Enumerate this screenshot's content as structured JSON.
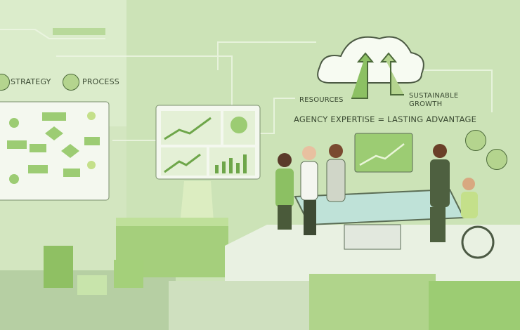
{
  "labels": {
    "strategy": "STRATEGY",
    "process": "PROCESS",
    "resources": "RESOURCES",
    "growth_line1": "SUSTAINABLE",
    "growth_line2": "GROWTH",
    "tagline": "AGENCY EXPERTISE = LASTING ADVANTAGE"
  },
  "colors": {
    "background": "#d3e6c0",
    "accent": "#8cc063",
    "dark": "#3a4a32",
    "panel": "#f4f8ef"
  },
  "icons": [
    "strategy-icon",
    "gear-icon",
    "cloud-icon",
    "arrow-up-icon",
    "lightbulb-icon",
    "database-icon",
    "bar-chart-icon",
    "pie-chart-icon"
  ]
}
